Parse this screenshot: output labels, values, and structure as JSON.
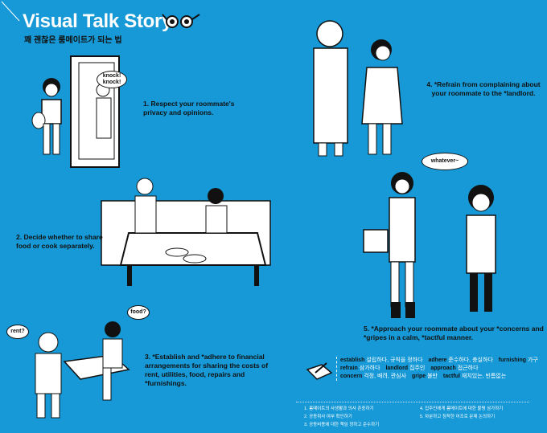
{
  "header": {
    "title": "Visual Talk Story",
    "subtitle": "꽤 괜찮은 룸메이트가 되는 법"
  },
  "steps": [
    {
      "text": "1. Respect your roommate's privacy and opinions."
    },
    {
      "text": "2. Decide whether to share food or cook separately."
    },
    {
      "text": "3. *Establish and *adhere to financial arrangements for sharing the costs of rent, utilities, food, repairs and *furnishings."
    },
    {
      "text": "4. *Refrain from complaining about your roommate to the *landlord."
    },
    {
      "text": "5. *Approach your roommate about your *concerns and *gripes in a calm, *tactful manner."
    }
  ],
  "bubbles": {
    "knock": "knock! knock!",
    "whatever": "whatever~",
    "rent": "rent?",
    "food": "food?"
  },
  "vocab": [
    {
      "word": "establish",
      "meaning": "설립하다, 규칙을 정하다"
    },
    {
      "word": "adhere",
      "meaning": "준수하다, 충실하다"
    },
    {
      "word": "furnishing",
      "meaning": "가구"
    },
    {
      "word": "refrain",
      "meaning": "삼가하다"
    },
    {
      "word": "landlord",
      "meaning": "집주인"
    },
    {
      "word": "approach",
      "meaning": "접근하다"
    },
    {
      "word": "concern",
      "meaning": "걱정, 배려, 관심사"
    },
    {
      "word": "gripe",
      "meaning": "불만"
    },
    {
      "word": "tactful",
      "meaning": "재치있는, 빈틈없는"
    }
  ],
  "summary": [
    "1. 룸메이트의 사생활과 의사 존중하기",
    "2. 공동취사 여부 확인하기",
    "3. 공동비용에 대한 책임 정하고 준수하기",
    "4. 집주인에게 룸메이트에 대한 불평 삼가하기",
    "5. 차분하고 침착한 어조로 문제 논의하기"
  ]
}
